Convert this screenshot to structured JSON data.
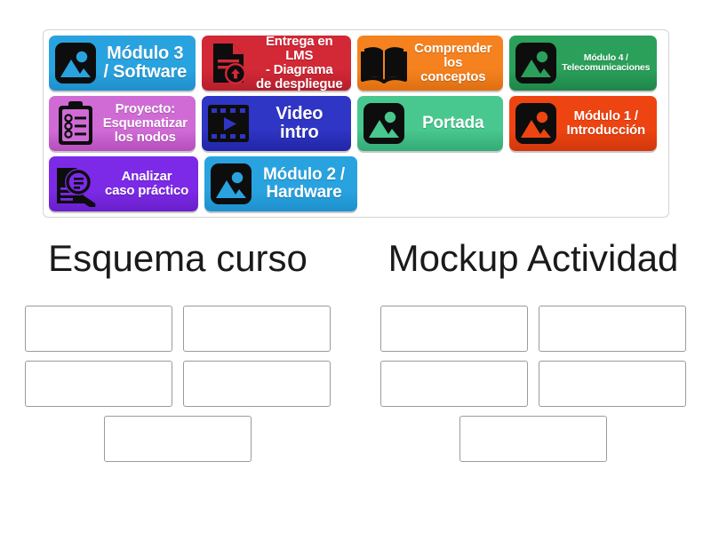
{
  "activity": {
    "type": "group-sort",
    "tray_label": "draggable-tiles-tray"
  },
  "tiles": [
    {
      "label": "Módulo 3\n/ Software",
      "icon": "image-icon",
      "color": "#29a3e0",
      "color_dark": "#1e90cc",
      "icon_fill": "#29a3e0",
      "size": "lbl-xl",
      "width": 168
    },
    {
      "label": "Entrega en LMS\n- Diagrama\nde despliegue",
      "icon": "document-upload-icon",
      "color": "#d32836",
      "color_dark": "#b61f2c",
      "icon_fill": "#d32836",
      "size": "lbl-md",
      "width": 172
    },
    {
      "label": "Comprender\nlos\nconceptos",
      "icon": "open-book-icon",
      "color": "#f5821f",
      "color_dark": "#dd6f12",
      "icon_fill": "#f5821f",
      "size": "lbl-md",
      "width": 167
    },
    {
      "label": "Módulo 4 /\nTelecomunicaciones",
      "icon": "image-icon",
      "color": "#2aa05a",
      "color_dark": "#1f8549",
      "icon_fill": "#2aa05a",
      "size": "lbl-xs",
      "width": 170
    },
    {
      "label": "Proyecto:\nEsquematizar\nlos nodos",
      "icon": "clipboard-checklist-icon",
      "color": "#d06bd6",
      "color_dark": "#b64ebd",
      "icon_fill": "#d06bd6",
      "size": "lbl-md",
      "width": 168
    },
    {
      "label": "Video\nintro",
      "icon": "film-play-icon",
      "color": "#2f35c4",
      "color_dark": "#2126a6",
      "icon_fill": "#2f35c4",
      "size": "lbl-xl",
      "width": 172
    },
    {
      "label": "Portada",
      "icon": "image-icon",
      "color": "#48c78e",
      "color_dark": "#34ab77",
      "icon_fill": "#48c78e",
      "size": "lbl-lg",
      "width": 167
    },
    {
      "label": "Módulo 1 /\nIntroducción",
      "icon": "image-icon",
      "color": "#ee4411",
      "color_dark": "#d1370c",
      "icon_fill": "#ee4411",
      "size": "lbl-md",
      "width": 170
    },
    {
      "label": "Analizar\ncaso práctico",
      "icon": "document-search-icon",
      "color": "#7c2ae8",
      "color_dark": "#681fc9",
      "icon_fill": "#7c2ae8",
      "size": "lbl-md",
      "width": 168
    },
    {
      "label": "Módulo 2 /\nHardware",
      "icon": "image-icon",
      "color": "#29a3e0",
      "color_dark": "#1e90cc",
      "icon_fill": "#29a3e0",
      "size": "lbl-lg",
      "width": 172
    }
  ],
  "tile_rows": [
    [
      0,
      1,
      2,
      3
    ],
    [
      4,
      5,
      6,
      7
    ],
    [
      8,
      9
    ]
  ],
  "columns": [
    {
      "title": "Esquema curso",
      "dropzone_count": 5
    },
    {
      "title": "Mockup Actividad",
      "dropzone_count": 5
    }
  ],
  "theme": {
    "background": "#ffffff",
    "tray_border": "#d4d4d4",
    "dropzone_border": "#9b9b9b",
    "title_color": "#1a1a1a"
  }
}
